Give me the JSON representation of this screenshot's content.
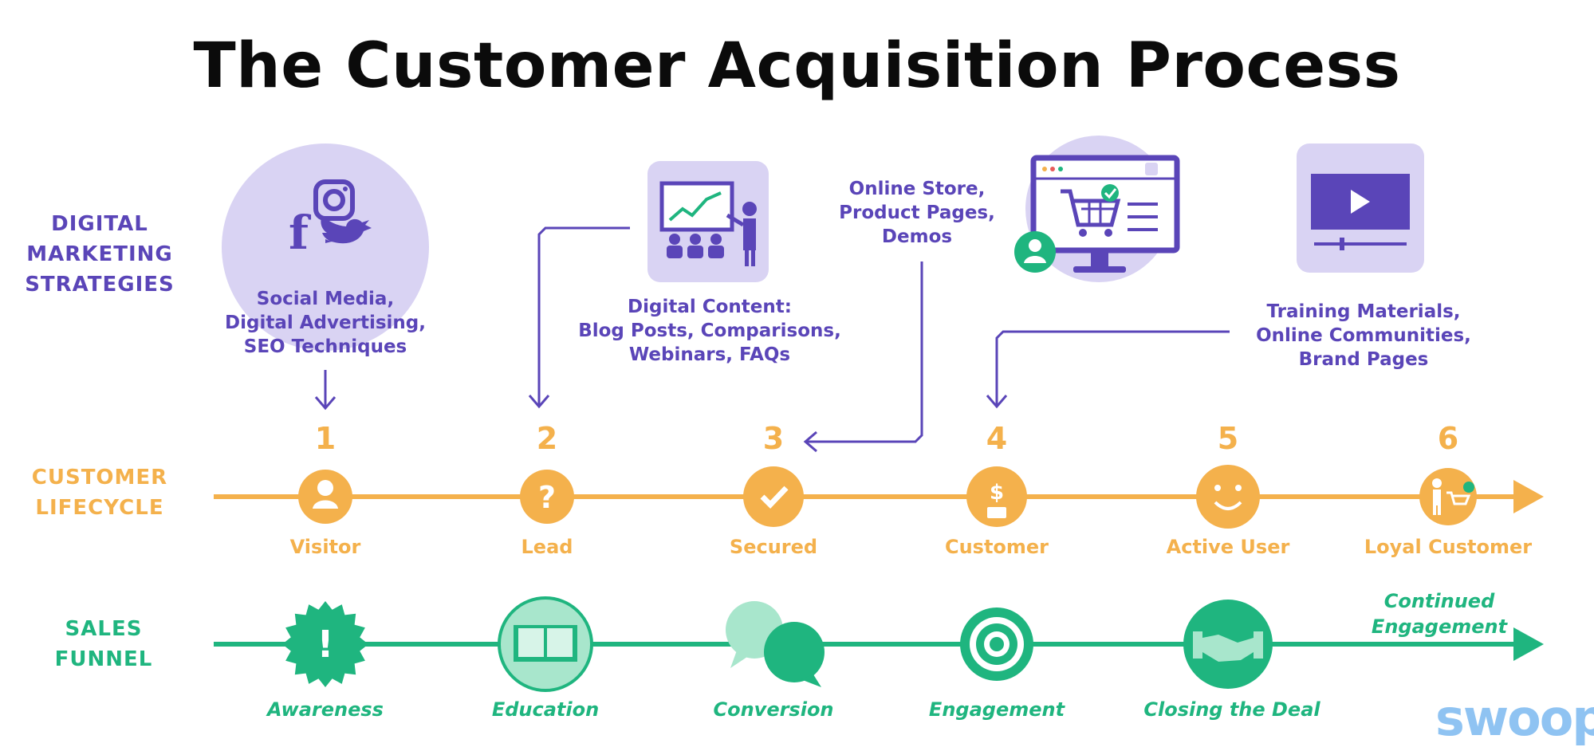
{
  "title": "The Customer Acquisition Process",
  "row_labels": {
    "digital_marketing": "DIGITAL\nMARKETING\nSTRATEGIES",
    "customer_lifecycle": "CUSTOMER\nLIFECYCLE",
    "sales_funnel": "SALES\nFUNNEL"
  },
  "strategies": [
    {
      "text": "Social Media,\nDigital Advertising,\nSEO Techniques",
      "icon": "social-media-icons"
    },
    {
      "text": "Digital Content:\nBlog Posts, Comparisons,\nWebinars, FAQs",
      "icon": "presentation-icon"
    },
    {
      "text": "Online Store,\nProduct Pages,\nDemos",
      "icon": "online-store-icon"
    },
    {
      "text": "Training Materials,\nOnline Communities,\nBrand Pages",
      "icon": "video-player-icon"
    }
  ],
  "lifecycle": [
    {
      "number": "1",
      "label": "Visitor",
      "icon": "person-icon"
    },
    {
      "number": "2",
      "label": "Lead",
      "icon": "question-icon"
    },
    {
      "number": "3",
      "label": "Secured",
      "icon": "check-icon"
    },
    {
      "number": "4",
      "label": "Customer",
      "icon": "money-plant-icon"
    },
    {
      "number": "5",
      "label": "Active User",
      "icon": "smiley-icon"
    },
    {
      "number": "6",
      "label": "Loyal Customer",
      "icon": "shopper-cart-icon"
    }
  ],
  "funnel": [
    {
      "label": "Awareness",
      "icon": "exclamation-badge-icon"
    },
    {
      "label": "Education",
      "icon": "open-book-icon"
    },
    {
      "label": "Conversion",
      "icon": "chat-bubbles-icon"
    },
    {
      "label": "Engagement",
      "icon": "target-icon"
    },
    {
      "label": "Closing the Deal",
      "icon": "handshake-icon"
    }
  ],
  "funnel_end_label": "Continued\nEngagement",
  "logo": "swoop",
  "colors": {
    "purple": "#5a45b8",
    "light_purple": "#d9d3f3",
    "orange": "#f4b14c",
    "green": "#1fb57f",
    "light_green": "#a8e6cc",
    "logo_blue": "#8fc3f2"
  }
}
